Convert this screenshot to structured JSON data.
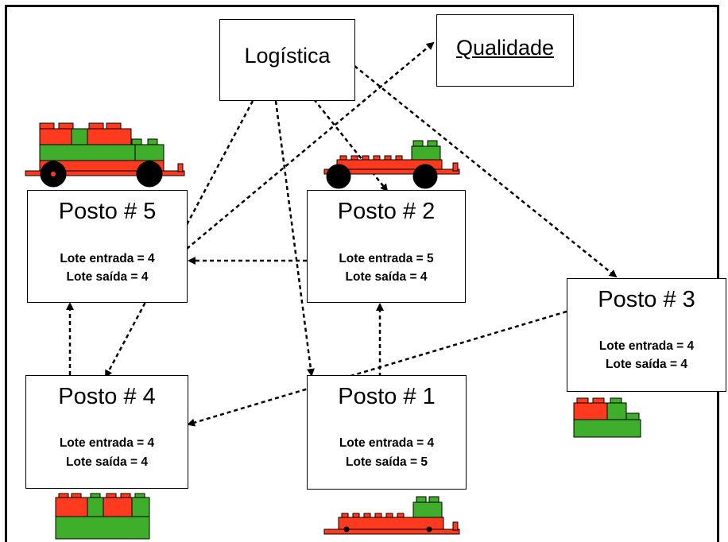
{
  "nodes": {
    "logistica": {
      "title": "Logística"
    },
    "qualidade": {
      "title": "Qualidade"
    },
    "posto5": {
      "title": "Posto # 5",
      "entrada": "Lote entrada = 4",
      "saida": "Lote saída = 4"
    },
    "posto2": {
      "title": "Posto # 2",
      "entrada": "Lote entrada = 5",
      "saida": "Lote saída = 4"
    },
    "posto3": {
      "title": "Posto # 3",
      "entrada": "Lote entrada = 4",
      "saida": "Lote saída = 4"
    },
    "posto4": {
      "title": "Posto # 4",
      "entrada": "Lote entrada = 4",
      "saida": "Lote saída = 4"
    },
    "posto1": {
      "title": "Posto # 1",
      "entrada": "Lote entrada = 4",
      "saida": "Lote saída = 5"
    }
  },
  "edges": [
    {
      "from": "logistica",
      "to": "posto4"
    },
    {
      "from": "logistica",
      "to": "posto1"
    },
    {
      "from": "logistica",
      "to": "posto2"
    },
    {
      "from": "logistica",
      "to": "posto3"
    },
    {
      "from": "posto5",
      "to": "qualidade"
    },
    {
      "from": "posto2",
      "to": "posto5"
    },
    {
      "from": "posto4",
      "to": "posto5"
    },
    {
      "from": "posto1",
      "to": "posto2"
    },
    {
      "from": "posto3",
      "to": "posto4"
    }
  ],
  "colors": {
    "brick_red": "#ff3a1e",
    "brick_green": "#3fae2a",
    "wheel": "#000000",
    "line": "#000000"
  }
}
